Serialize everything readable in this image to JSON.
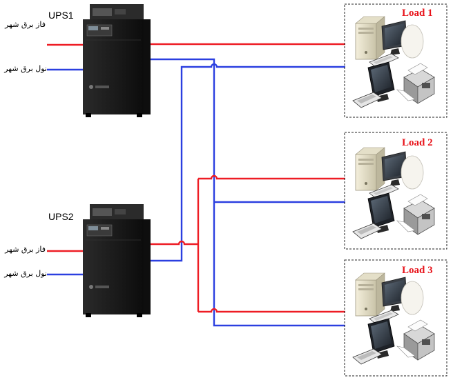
{
  "ups_units": [
    {
      "label": "UPS1",
      "phase_label": "فاز برق شهر",
      "neutral_label": "نول برق شهر"
    },
    {
      "label": "UPS2",
      "phase_label": "فاز برق شهر",
      "neutral_label": "نول برق شهر"
    }
  ],
  "loads": [
    {
      "label": "Load 1"
    },
    {
      "label": "Load 2"
    },
    {
      "label": "Load 3"
    }
  ],
  "colors": {
    "phase": "#ee1c24",
    "neutral": "#2b3fe0",
    "load_label": "#e8141b",
    "ups_body": "#1c1c1c"
  }
}
